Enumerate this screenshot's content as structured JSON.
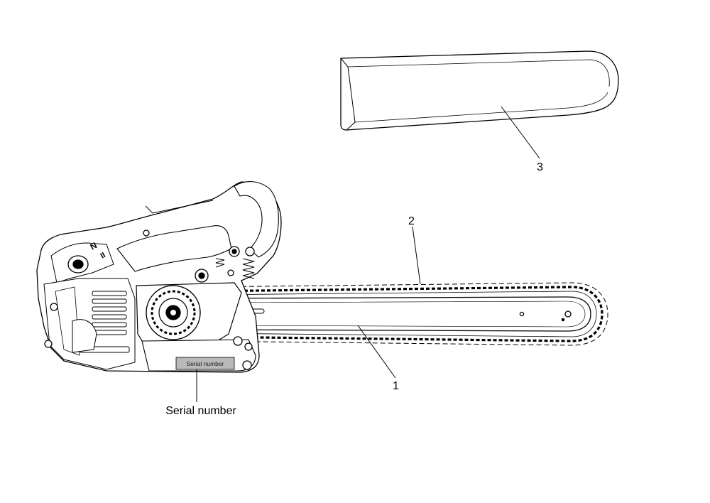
{
  "callouts": {
    "bar": "1",
    "chain": "2",
    "cover": "3"
  },
  "serial": {
    "plate_text": "Serial number",
    "callout_text": "Serial number"
  },
  "colors": {
    "line": "#000000",
    "plate_fill": "#b9b9b9",
    "background": "#ffffff"
  }
}
